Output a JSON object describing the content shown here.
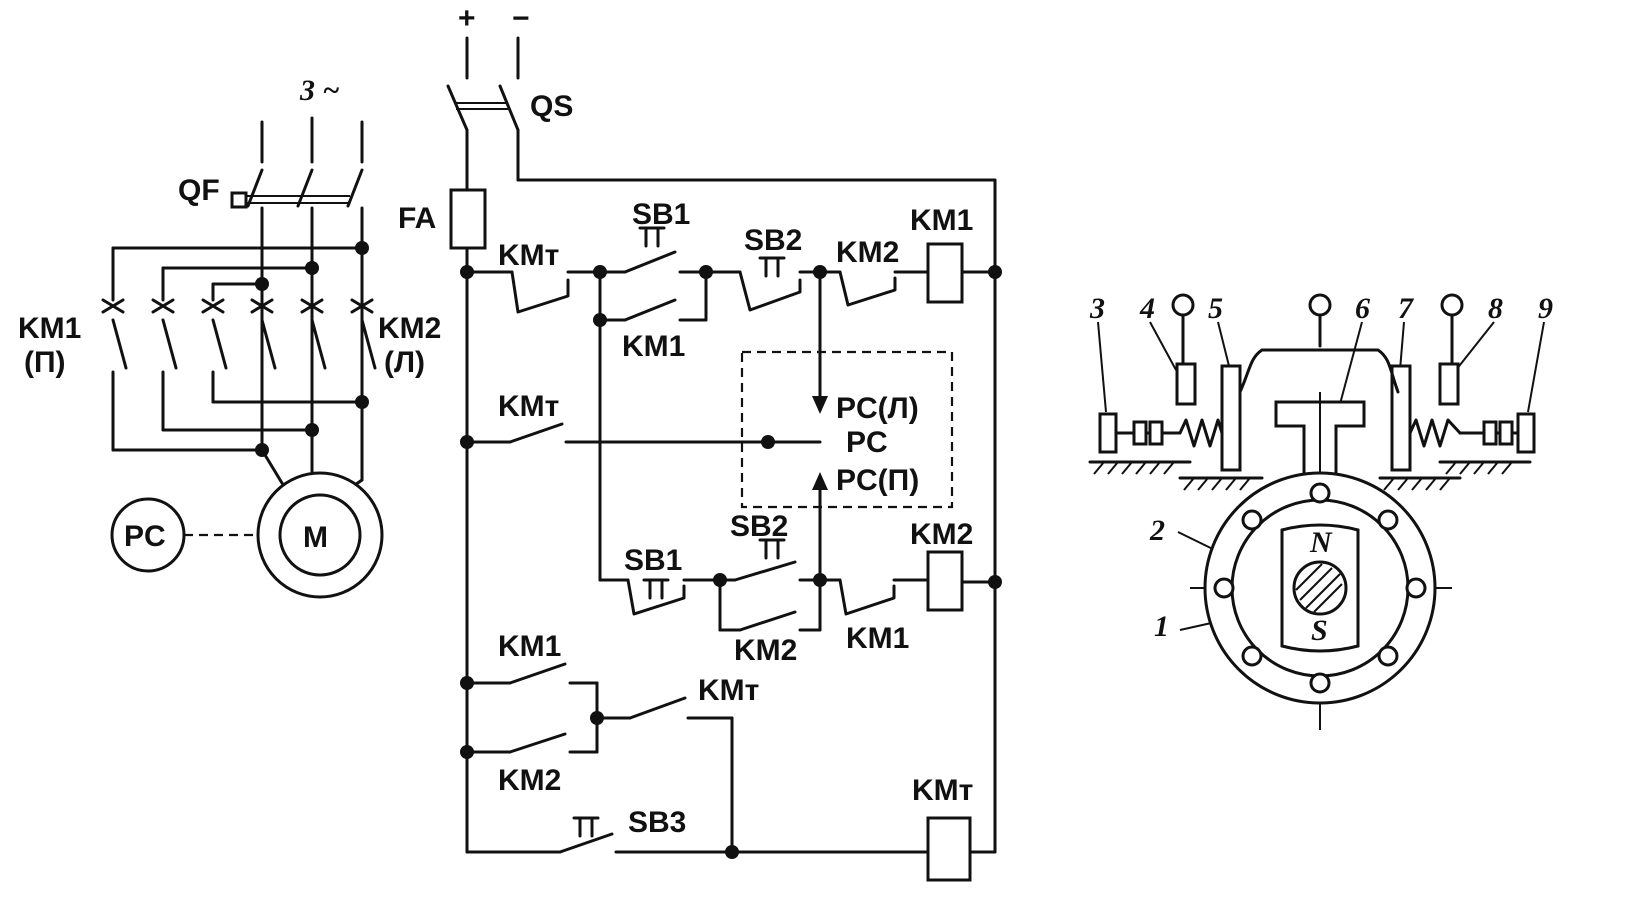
{
  "power_circuit": {
    "supply": "3 ~",
    "breaker": "QF",
    "contactor_1": "KM1",
    "contactor_1_dir": "(П)",
    "contactor_2": "KM2",
    "contactor_2_dir": "(Л)",
    "motor": "M",
    "speed_relay": "PC"
  },
  "control_circuit": {
    "plus": "+",
    "minus": "−",
    "switch": "QS",
    "fuse": "FA",
    "km_t_1": "KMт",
    "sb1_top": "SB1",
    "sb2_top": "SB2",
    "km2_top": "KM2",
    "coil_km1": "KM1",
    "km1_hold": "KM1",
    "km_t_2": "KMт",
    "pc_l": "PC(Л)",
    "pc": "PC",
    "pc_p": "PC(П)",
    "sb2_bot": "SB2",
    "sb1_bot": "SB1",
    "coil_km2": "KM2",
    "km2_hold": "KM2",
    "km1_bot": "KM1",
    "km1_low": "KM1",
    "km2_low": "KM2",
    "km_t_3": "KMт",
    "sb3": "SB3",
    "coil_kmt": "KMт"
  },
  "relay_drawing": {
    "pole_n": "N",
    "pole_s": "S",
    "part_labels": [
      "1",
      "2",
      "3",
      "4",
      "5",
      "6",
      "7",
      "8",
      "9"
    ]
  }
}
